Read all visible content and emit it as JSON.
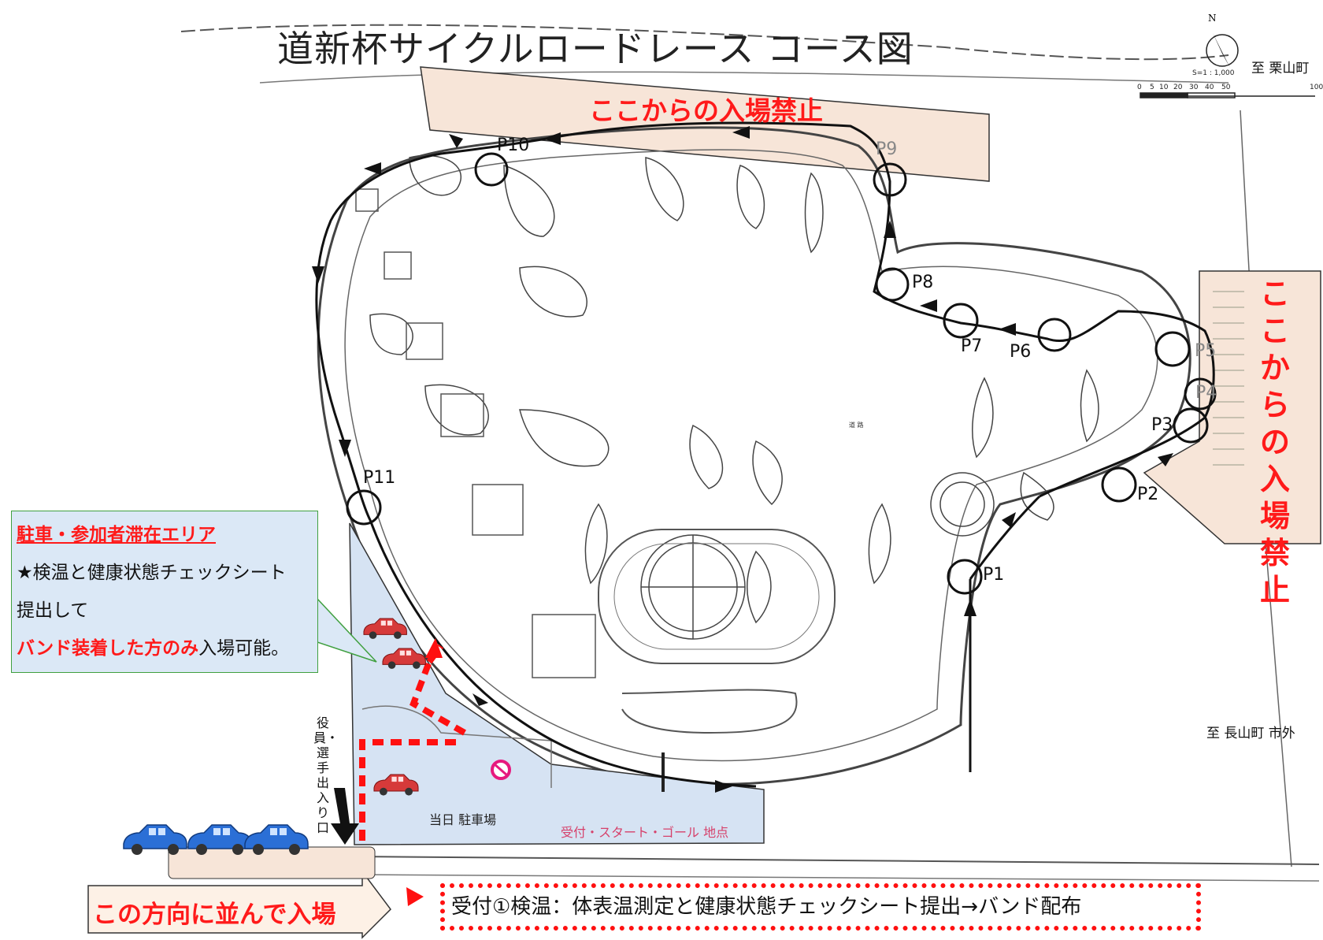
{
  "map": {
    "title": "道新杯サイクルロードレース コース図",
    "no_entry_top": "ここからの入場禁止",
    "no_entry_right": "ここからの入場禁止",
    "checkpoints": [
      "P1",
      "P2",
      "P3",
      "P4",
      "P5",
      "P6",
      "P7",
      "P8",
      "P9",
      "P10",
      "P11"
    ],
    "north_label": "N",
    "scale_label": "S=1 : 1,000",
    "scale_ticks": [
      "0",
      "5",
      "10",
      "20",
      "30",
      "40",
      "50",
      "100"
    ],
    "dest_kuriyama": "至 栗山町",
    "dest_nagayama": "至 長山町 市外",
    "staff_entrance": "役員・選手 出入り口",
    "parking_label": "当日 駐車場",
    "start_goal_label": "受付・スタート・ゴール 地点",
    "road_label": "道 路"
  },
  "info_box": {
    "title": "駐車・参加者滞在エリア",
    "line1": "★検温と健康状態チェックシート",
    "line2": "提出して",
    "line3_red": "バンド装着した方のみ",
    "line3_rest": "入場可能。"
  },
  "queue_label": "この方向に並んで入場",
  "reception_label": "受付①検温：体表温測定と健康状態チェックシート提出→バンド配布",
  "colors": {
    "no_entry_fill": "#f7e5d8",
    "parking_fill": "#d6e3f3",
    "warning_red": "#ff1a1a",
    "car_blue": "#2b6fd6",
    "car_red": "#d63a3a"
  }
}
